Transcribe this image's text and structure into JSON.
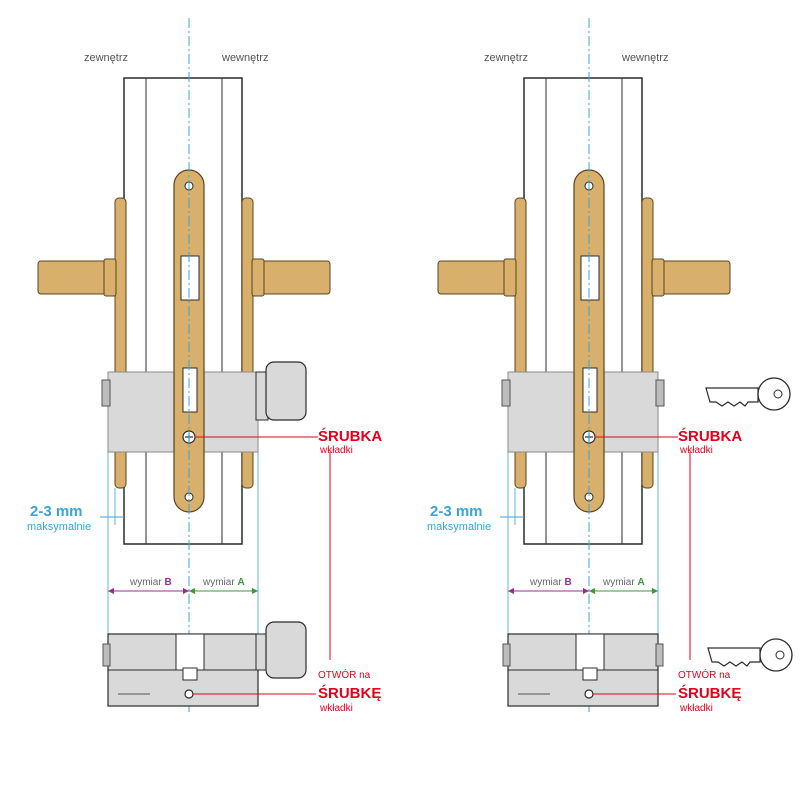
{
  "colors": {
    "brass": "#d8b06c",
    "brass_dark": "#5a4420",
    "outline": "#2b2b2b",
    "cylinder": "#d9d9d9",
    "red": "#e3001b",
    "blue": "#3aa3d9",
    "purple": "#9b2c8e",
    "green": "#3a9a3a"
  },
  "panels": [
    {
      "side_outside": "zewnętrz",
      "side_inside": "wewnętrz",
      "gap_value": "2-3 mm",
      "gap_note": "maksymalnie",
      "screw_title": "ŚRUBKA",
      "screw_sub": "wkładki",
      "dim_b_prefix": "wymiar",
      "dim_b_letter": "B",
      "dim_a_prefix": "wymiar",
      "dim_a_letter": "A",
      "hole_line1": "OTWÓR na",
      "hole_title": "ŚRUBKĘ",
      "hole_sub": "wkładki",
      "variant": "knob"
    },
    {
      "side_outside": "zewnętrz",
      "side_inside": "wewnętrz",
      "gap_value": "2-3 mm",
      "gap_note": "maksymalnie",
      "screw_title": "ŚRUBKA",
      "screw_sub": "wkładki",
      "dim_b_prefix": "wymiar",
      "dim_b_letter": "B",
      "dim_a_prefix": "wymiar",
      "dim_a_letter": "A",
      "hole_line1": "OTWÓR na",
      "hole_title": "ŚRUBKĘ",
      "hole_sub": "wkładki",
      "variant": "key"
    }
  ]
}
